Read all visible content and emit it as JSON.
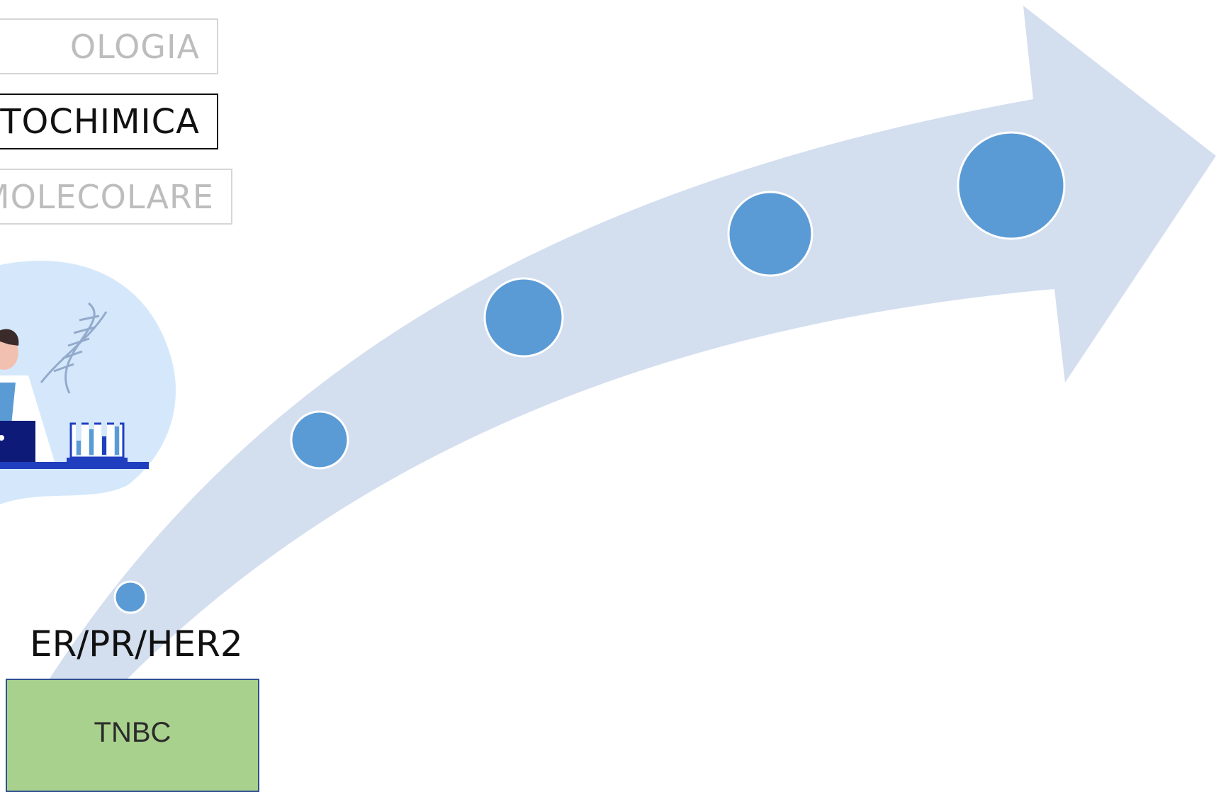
{
  "stages": [
    {
      "label": "OLOGIA",
      "state": "inactive"
    },
    {
      "label": "TOCHIMICA",
      "state": "active"
    },
    {
      "label": "MOLECOLARE",
      "state": "inactive"
    }
  ],
  "marker_label": "ER/PR/HER2",
  "result_box": {
    "label": "TNBC"
  },
  "colors": {
    "arrow_fill": "#d3deef",
    "node_fill": "#5b9bd5",
    "node_stroke": "#ffffff",
    "result_fill": "#a9d18e",
    "result_border": "#2f4f8f",
    "inactive_text": "#bdbdbd",
    "active_text": "#111111",
    "blob_fill": "#d5e8fb",
    "laptop": "#0e1a78",
    "desk": "#1f3fbf",
    "dna": "#93aacb"
  },
  "icons": [
    "scientist-illustration",
    "dna-icon",
    "test-tube-rack-icon",
    "laptop-icon"
  ]
}
